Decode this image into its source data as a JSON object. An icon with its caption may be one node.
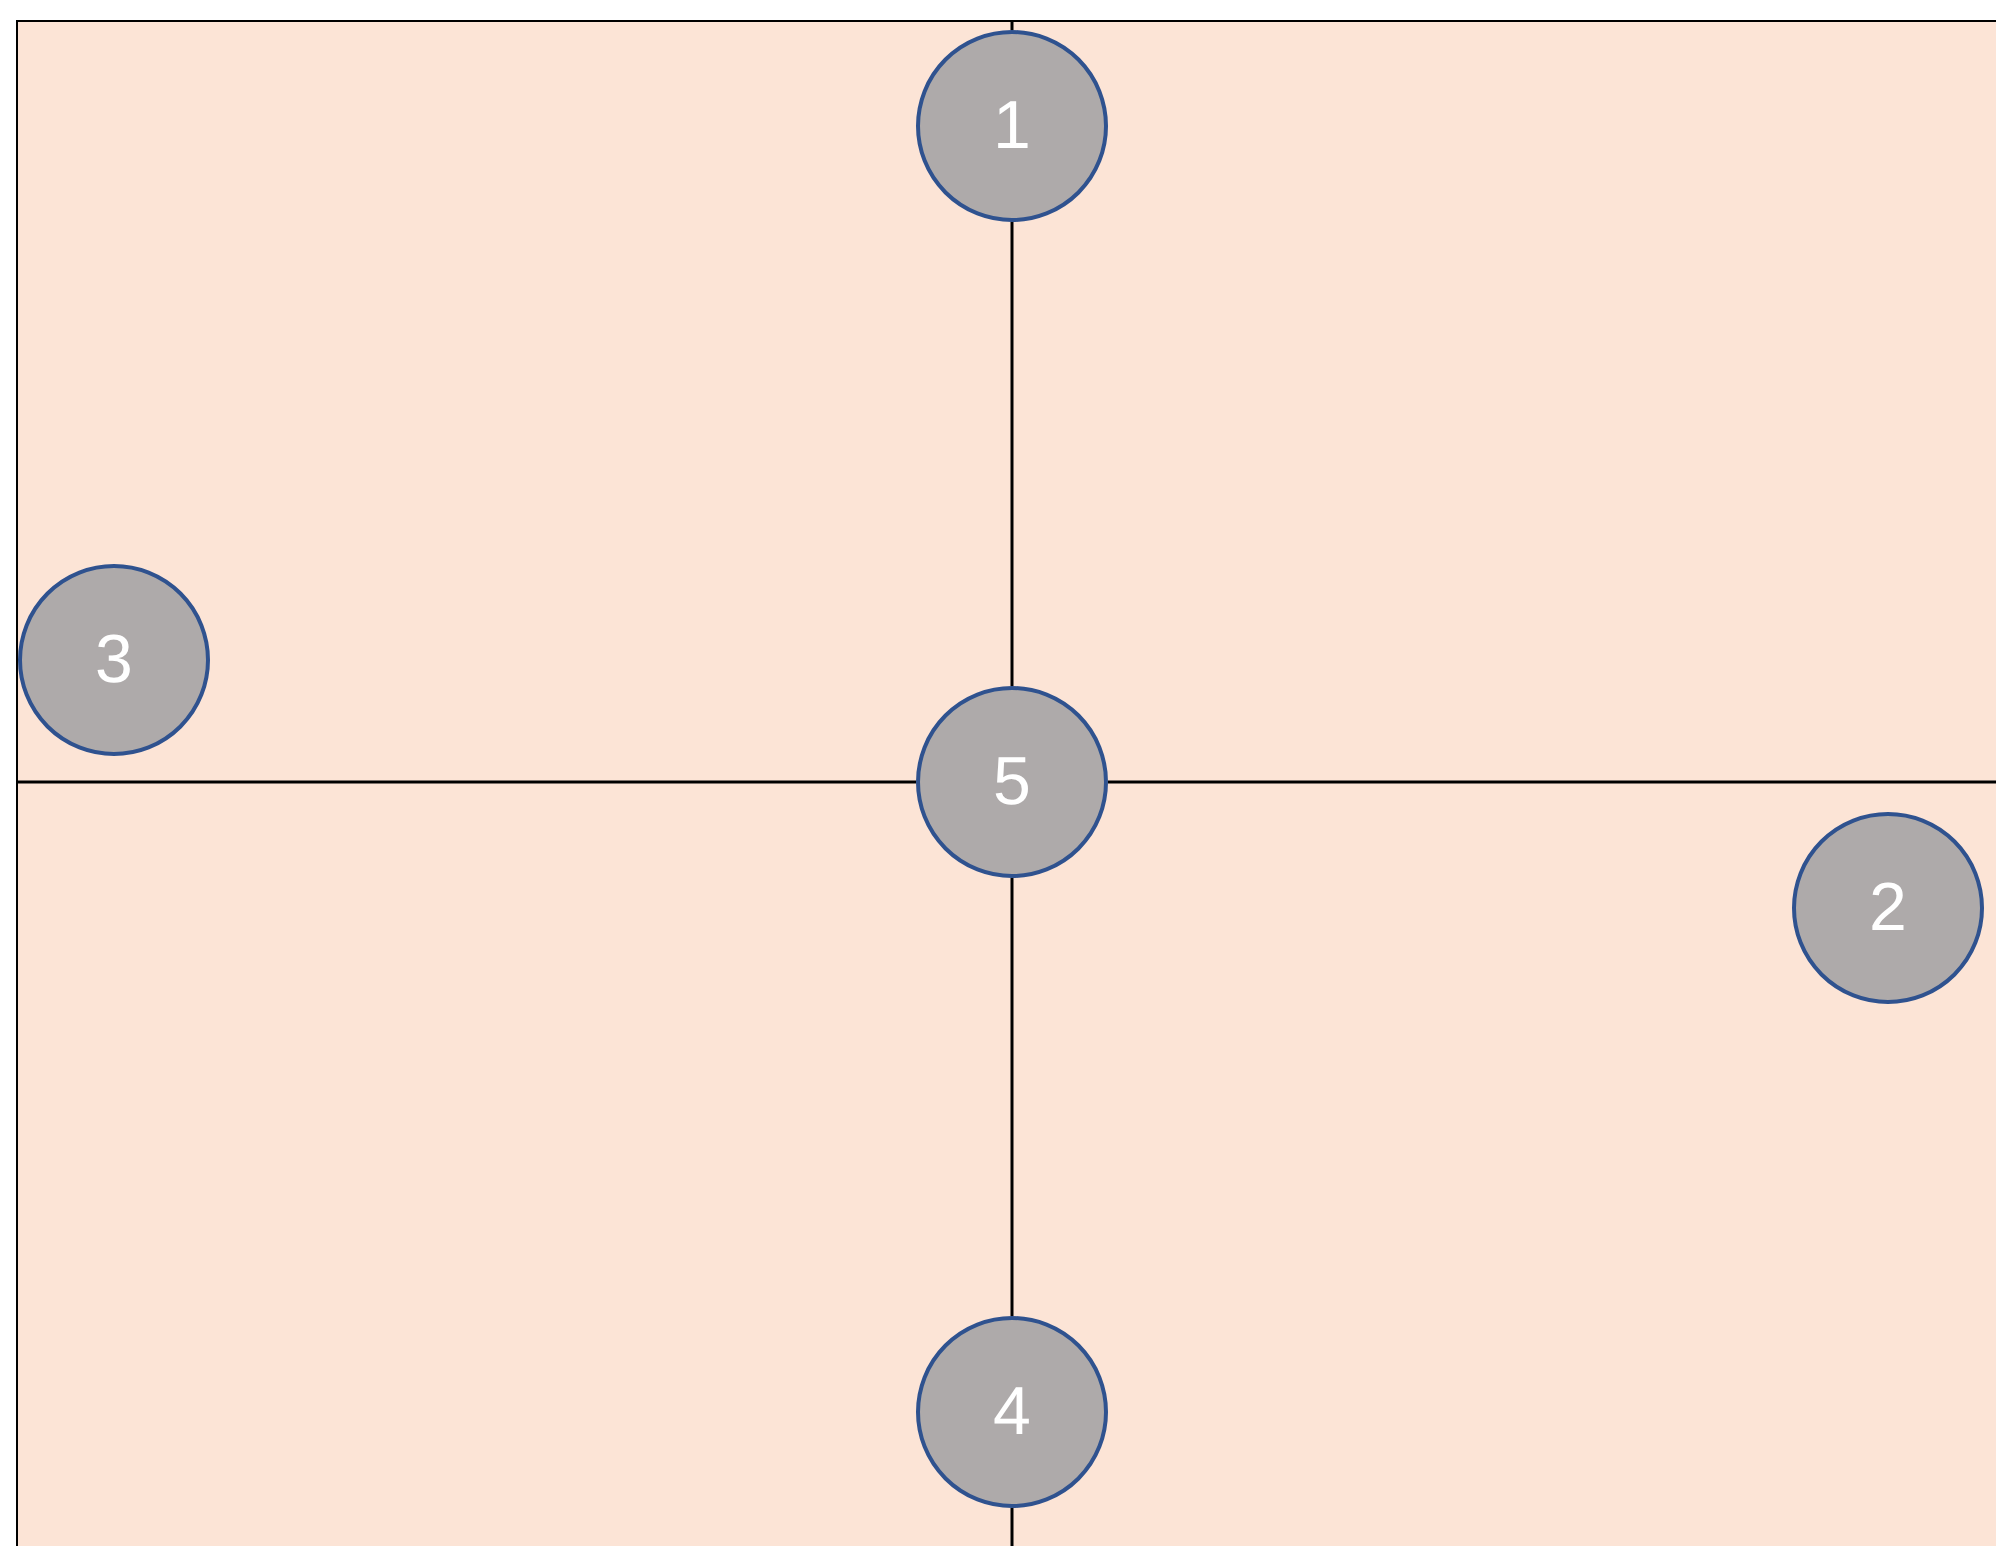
{
  "diagram": {
    "nodes": [
      {
        "text": [
          "1"
        ]
      },
      {
        "text": [
          "2"
        ]
      },
      {
        "text": [
          "3"
        ]
      },
      {
        "text": [
          "4"
        ]
      },
      {
        "text": [
          "5"
        ]
      }
    ],
    "edges": [
      {
        "from": 0,
        "to": 4,
        "arrow": "none"
      },
      {
        "from": 4,
        "to": 3,
        "arrow": "none"
      }
    ]
  }
}
